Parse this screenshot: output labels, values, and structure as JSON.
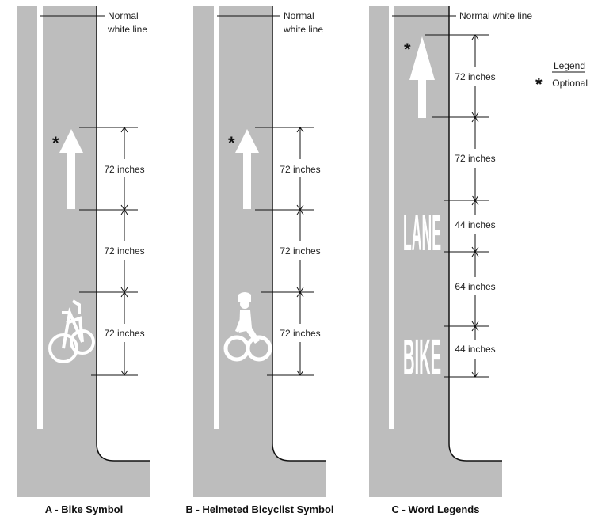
{
  "panel_a": {
    "callout": "Normal white line",
    "dims": [
      "72 inches",
      "72 inches",
      "72 inches"
    ],
    "optional_mark": "*",
    "caption": "A - Bike Symbol"
  },
  "panel_b": {
    "callout": "Normal white line",
    "dims": [
      "72 inches",
      "72 inches",
      "72 inches"
    ],
    "optional_mark": "*",
    "caption": "B - Helmeted Bicyclist Symbol"
  },
  "panel_c": {
    "callout": "Normal white line",
    "dims": [
      "72 inches",
      "72 inches",
      "44 inches",
      "64 inches",
      "44 inches"
    ],
    "optional_mark": "*",
    "words": [
      "LANE",
      "BIKE"
    ],
    "caption": "C - Word Legends"
  },
  "legend": {
    "title": "Legend",
    "symbol": "*",
    "label": "Optional"
  },
  "colors": {
    "pavement": "#bdbdbd",
    "marking": "#ffffff",
    "line": "#111111"
  }
}
